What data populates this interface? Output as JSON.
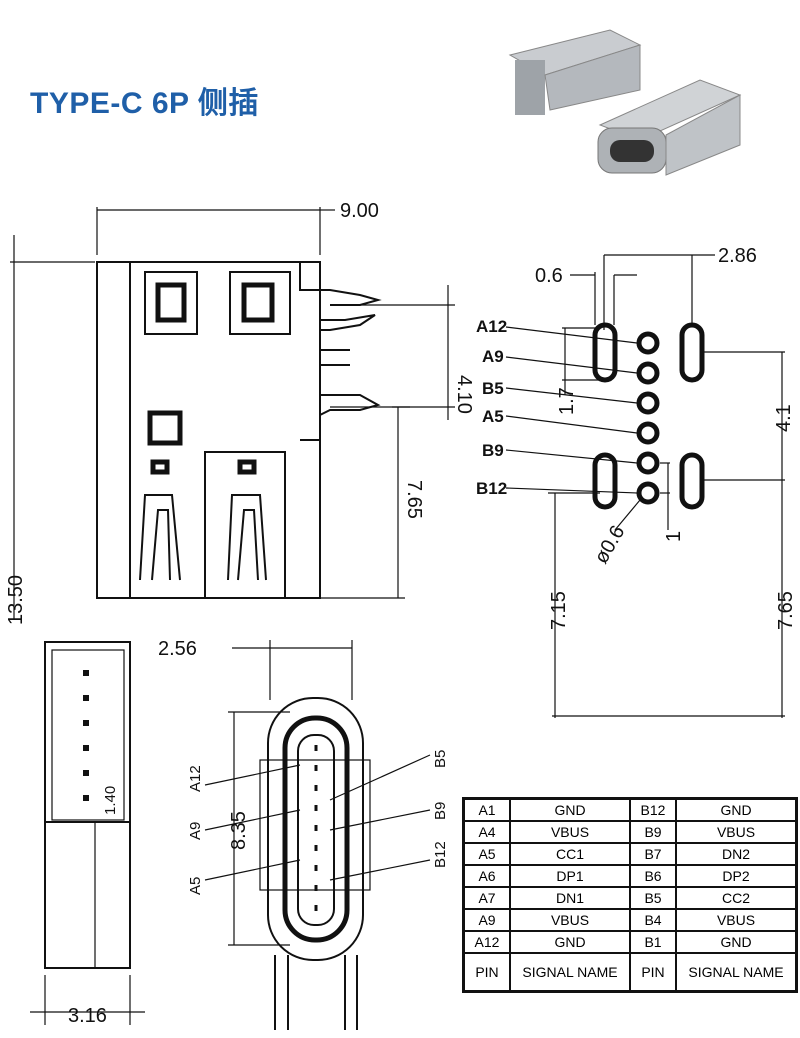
{
  "title": "TYPE-C 6P 侧插",
  "colors": {
    "title": "#1f5fa8",
    "line": "#111111"
  },
  "top_view": {
    "width": "9.00",
    "height": "13.50",
    "pin_span": "4.10",
    "offset": "7.65"
  },
  "footprint": {
    "slot_width": "0.6",
    "slot_pitch": "2.86",
    "pin_pitch": "1.7",
    "slot_spacing": "4.1",
    "row_gap": "1",
    "hole_dia": "ø0.6",
    "left_offset": "7.15",
    "right_offset": "7.65",
    "pin_labels": [
      "A12",
      "A9",
      "B5",
      "A5",
      "B9",
      "B12"
    ]
  },
  "side_view": {
    "thickness": "1.40",
    "width": "3.16"
  },
  "front_view": {
    "width": "2.56",
    "height": "8.35",
    "left_labels": [
      "A12",
      "A9",
      "A5"
    ],
    "right_labels": [
      "B5",
      "B9",
      "B12"
    ]
  },
  "pin_table": {
    "rows": [
      [
        "A1",
        "GND",
        "B12",
        "GND"
      ],
      [
        "A4",
        "VBUS",
        "B9",
        "VBUS"
      ],
      [
        "A5",
        "CC1",
        "B7",
        "DN2"
      ],
      [
        "A6",
        "DP1",
        "B6",
        "DP2"
      ],
      [
        "A7",
        "DN1",
        "B5",
        "CC2"
      ],
      [
        "A9",
        "VBUS",
        "B4",
        "VBUS"
      ],
      [
        "A12",
        "GND",
        "B1",
        "GND"
      ]
    ],
    "header": [
      "PIN",
      "SIGNAL NAME",
      "PIN",
      "SIGNAL NAME"
    ]
  }
}
